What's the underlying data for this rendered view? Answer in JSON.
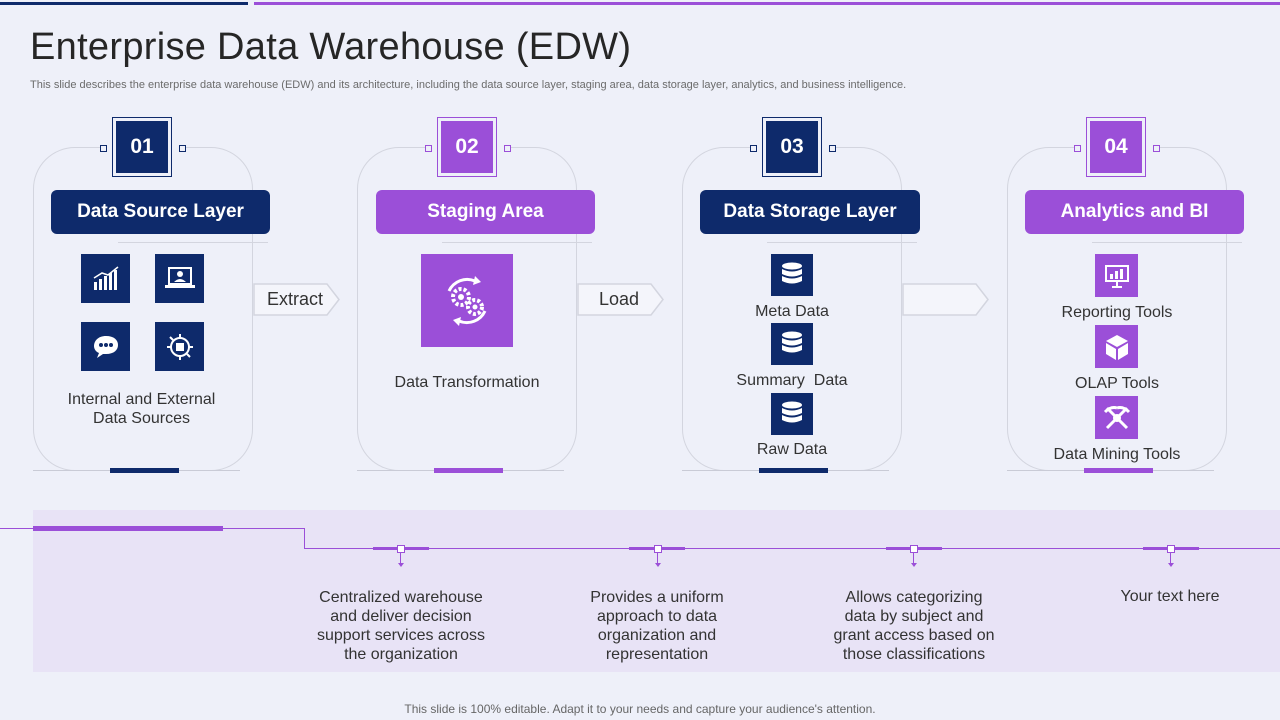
{
  "slide": {
    "title": "Enterprise Data Warehouse (EDW)",
    "subtitle": "This slide describes the enterprise data warehouse (EDW) and its architecture, including the data source layer, staging area, data storage layer, analytics, and business intelligence.",
    "footer": "This slide is 100% editable. Adapt it to your needs and capture your audience's attention."
  },
  "colors": {
    "navy": "#0e2a6b",
    "purple": "#9b4fd8",
    "background": "#eef0f9",
    "band": "#e8e3f6"
  },
  "stages": [
    {
      "number": "01",
      "title": "Data Source Layer",
      "theme": "navy",
      "icons": [
        "bar-chart-icon",
        "laptop-user-icon",
        "chat-bubble-icon",
        "chip-icon"
      ],
      "label_line1": "Internal  and External",
      "label_line2": "Data Sources"
    },
    {
      "number": "02",
      "title": "Staging Area",
      "theme": "purple",
      "icons": [
        "gears-cycle-icon"
      ],
      "label": "Data Transformation"
    },
    {
      "number": "03",
      "title": "Data Storage Layer",
      "theme": "navy",
      "items": [
        {
          "label": "Meta Data",
          "icon": "database-icon"
        },
        {
          "label": "Summary  Data",
          "icon": "database-icon"
        },
        {
          "label": "Raw Data",
          "icon": "database-icon"
        }
      ]
    },
    {
      "number": "04",
      "title": "Analytics and BI",
      "theme": "purple",
      "items": [
        {
          "label": "Reporting Tools",
          "icon": "presentation-chart-icon"
        },
        {
          "label": "OLAP Tools",
          "icon": "cube-icon"
        },
        {
          "label": "Data Mining Tools",
          "icon": "mining-tools-icon"
        }
      ]
    }
  ],
  "connectors": [
    {
      "label": "Extract"
    },
    {
      "label": "Load"
    },
    {
      "label": ""
    }
  ],
  "benefits": [
    {
      "line1": "Centralized warehouse",
      "line2": "and deliver decision",
      "line3": "support services across",
      "line4": "the organization"
    },
    {
      "line1": "Provides a uniform",
      "line2": "approach to data",
      "line3": "organization and",
      "line4": "representation"
    },
    {
      "line1": "Allows categorizing",
      "line2": "data by subject and",
      "line3": "grant access based on",
      "line4": "those classifications"
    },
    {
      "line1": "Your text here",
      "line2": "",
      "line3": "",
      "line4": ""
    }
  ]
}
